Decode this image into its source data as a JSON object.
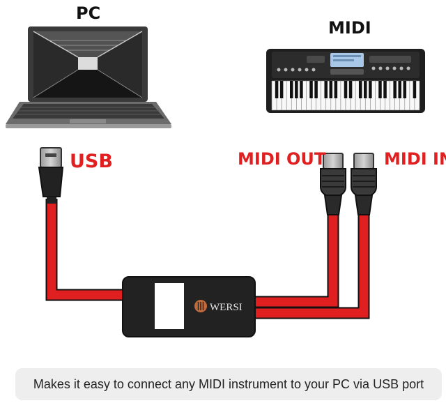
{
  "labels": {
    "pc": "PC",
    "midi": "MIDI",
    "usb": "USB",
    "midi_out": "MIDI OUT",
    "midi_in": "MIDI IN"
  },
  "interface_box": {
    "brand": "WERSI"
  },
  "caption": "Makes it easy to connect any MIDI instrument to your PC via USB port",
  "icons": [
    "laptop-icon",
    "keyboard-icon",
    "usb-plug-icon",
    "midi-plug-icon",
    "interface-box-icon",
    "wersi-logo-icon"
  ],
  "colors": {
    "cable": "#e02020",
    "label_red": "#e02020",
    "box": "#222222",
    "caption_bg": "#eeeeee"
  }
}
